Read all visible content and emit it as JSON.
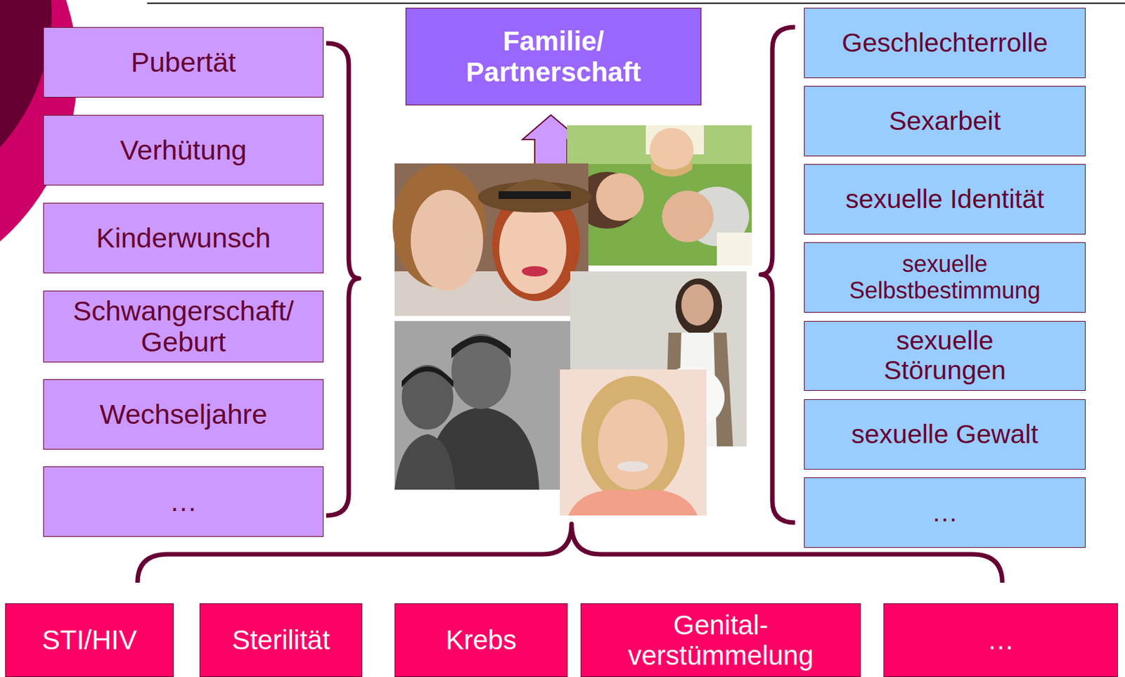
{
  "diagram": {
    "nodes": [
      {
        "text": [
          "Pubertät"
        ]
      },
      {
        "text": [
          "Verhütung"
        ]
      },
      {
        "text": [
          "Kinderwunsch"
        ]
      },
      {
        "text": [
          "Schwangerschaft/ Geburt"
        ]
      },
      {
        "text": [
          "Wechseljahre"
        ]
      },
      {
        "text": [
          "…"
        ]
      },
      {
        "text": [
          "Familie/ Partnerschaft"
        ]
      },
      {
        "text": [
          "Geschlechterrolle"
        ]
      },
      {
        "text": [
          "Sexarbeit"
        ]
      },
      {
        "text": [
          "sexuelle Identität"
        ]
      },
      {
        "text": [
          "sexuelle Selbstbestimmung"
        ]
      },
      {
        "text": [
          "sexuelle Störungen"
        ]
      },
      {
        "text": [
          "sexuelle Gewalt"
        ]
      },
      {
        "text": [
          "…"
        ]
      },
      {
        "text": [
          "STI/HIV"
        ]
      },
      {
        "text": [
          "Sterilität"
        ]
      },
      {
        "text": [
          "Krebs"
        ]
      },
      {
        "text": [
          "Genital- verstümmelung"
        ]
      },
      {
        "text": [
          "…"
        ]
      }
    ]
  }
}
